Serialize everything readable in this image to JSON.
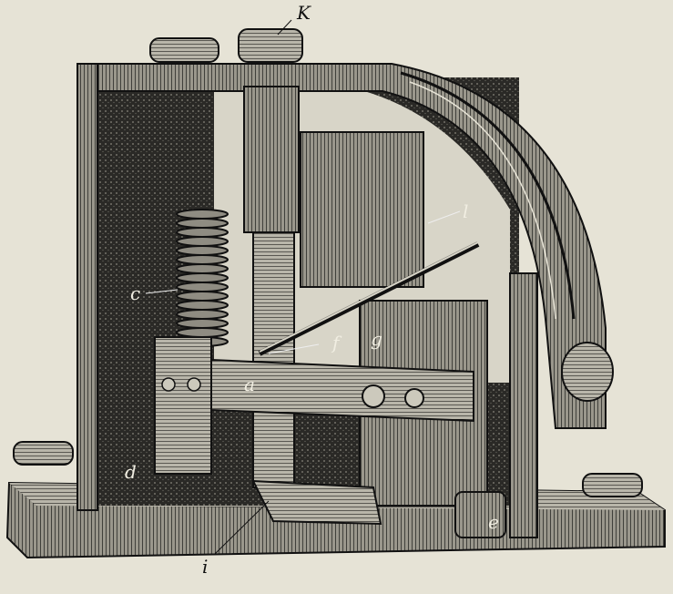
{
  "figure": {
    "labels": {
      "k": "K",
      "l": "l",
      "c": "c",
      "f": "f",
      "g": "g",
      "a": "a",
      "d": "d",
      "e": "e",
      "i": "i"
    },
    "colors": {
      "paper": "#e6e3d6",
      "ink": "#1a1a18",
      "metal_light": "#b9b6aa"
    }
  }
}
